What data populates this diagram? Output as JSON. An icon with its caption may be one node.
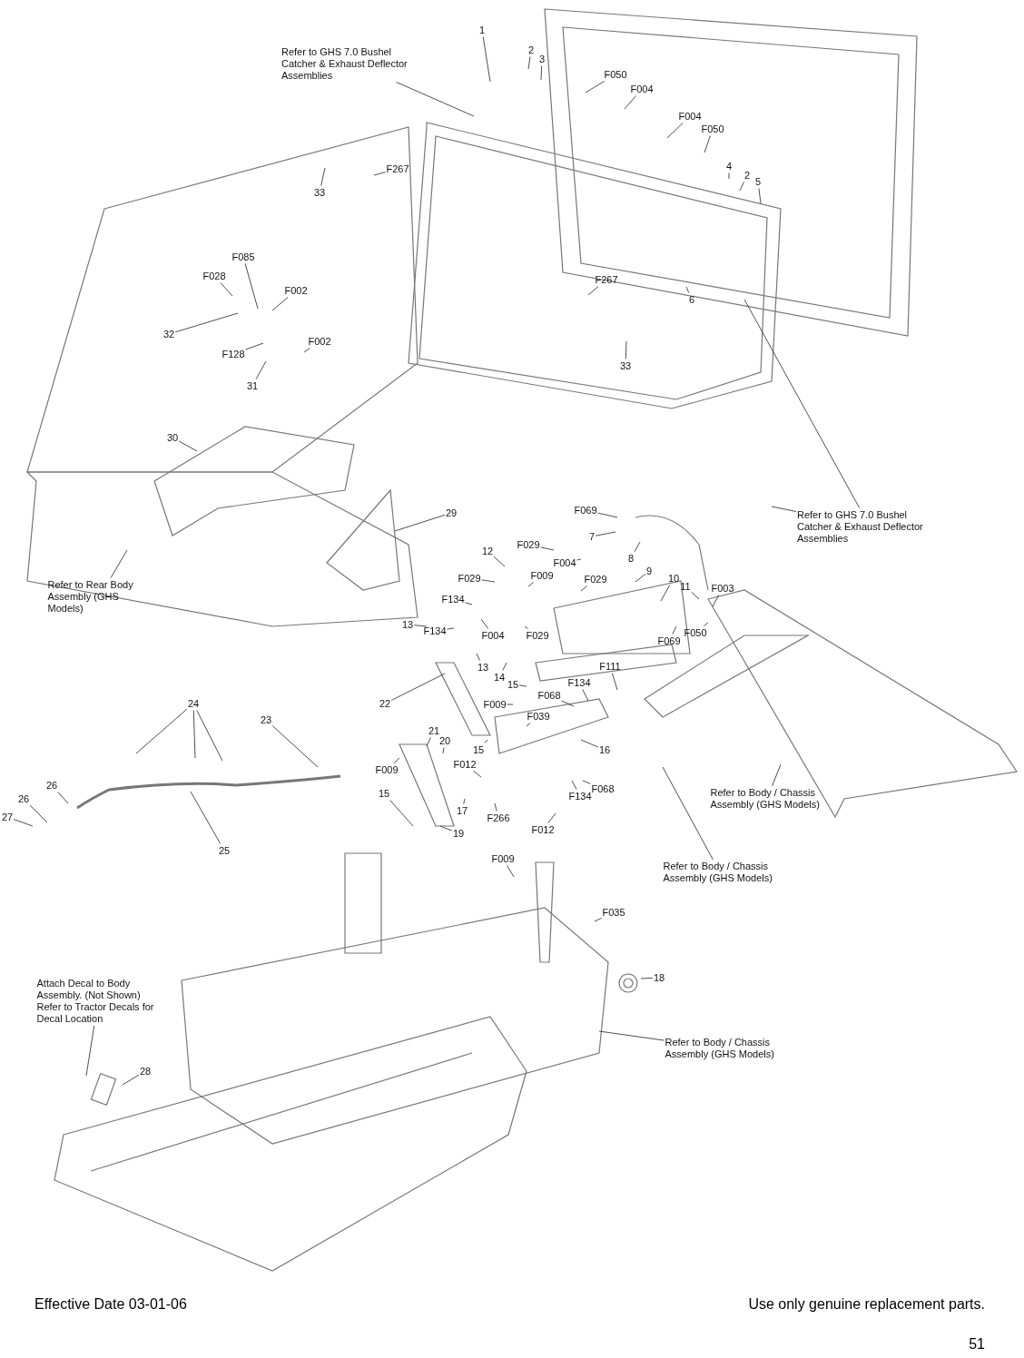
{
  "diagram": {
    "nodes": [
      {
        "text": [
          "Refer to GHS 7.0 Bushel Catcher & Exhaust Deflector Assemblies"
        ]
      },
      {
        "text": [
          "1"
        ]
      },
      {
        "text": [
          "2"
        ]
      },
      {
        "text": [
          "3"
        ]
      },
      {
        "text": [
          "F050"
        ]
      },
      {
        "text": [
          "F004"
        ]
      },
      {
        "text": [
          "F004"
        ]
      },
      {
        "text": [
          "F050"
        ]
      },
      {
        "text": [
          "4"
        ]
      },
      {
        "text": [
          "2"
        ]
      },
      {
        "text": [
          "5"
        ]
      },
      {
        "text": [
          "33"
        ]
      },
      {
        "text": [
          "F267"
        ]
      },
      {
        "text": [
          "F085"
        ]
      },
      {
        "text": [
          "F028"
        ]
      },
      {
        "text": [
          "F002"
        ]
      },
      {
        "text": [
          "32"
        ]
      },
      {
        "text": [
          "F128"
        ]
      },
      {
        "text": [
          "F002"
        ]
      },
      {
        "text": [
          "31"
        ]
      },
      {
        "text": [
          "F267"
        ]
      },
      {
        "text": [
          "6"
        ]
      },
      {
        "text": [
          "33"
        ]
      },
      {
        "text": [
          "30"
        ]
      },
      {
        "text": [
          "29"
        ]
      },
      {
        "text": [
          "Refer to GHS 7.0 Bushel Catcher & Exhaust Deflector Assemblies"
        ]
      },
      {
        "text": [
          "F069"
        ]
      },
      {
        "text": [
          "7"
        ]
      },
      {
        "text": [
          "8"
        ]
      },
      {
        "text": [
          "12"
        ]
      },
      {
        "text": [
          "F029"
        ]
      },
      {
        "text": [
          "F004"
        ]
      },
      {
        "text": [
          "F029"
        ]
      },
      {
        "text": [
          "F009"
        ]
      },
      {
        "text": [
          "F029"
        ]
      },
      {
        "text": [
          "9"
        ]
      },
      {
        "text": [
          "10"
        ]
      },
      {
        "text": [
          "11"
        ]
      },
      {
        "text": [
          "F003"
        ]
      },
      {
        "text": [
          "Refer to Rear Body Assembly (GHS Models)"
        ]
      },
      {
        "text": [
          "F134"
        ]
      },
      {
        "text": [
          "13"
        ]
      },
      {
        "text": [
          "F134"
        ]
      },
      {
        "text": [
          "F004"
        ]
      },
      {
        "text": [
          "F029"
        ]
      },
      {
        "text": [
          "F069"
        ]
      },
      {
        "text": [
          "F050"
        ]
      },
      {
        "text": [
          "13"
        ]
      },
      {
        "text": [
          "14"
        ]
      },
      {
        "text": [
          "15"
        ]
      },
      {
        "text": [
          "F111"
        ]
      },
      {
        "text": [
          "F134"
        ]
      },
      {
        "text": [
          "F068"
        ]
      },
      {
        "text": [
          "F009"
        ]
      },
      {
        "text": [
          "22"
        ]
      },
      {
        "text": [
          "F039"
        ]
      },
      {
        "text": [
          "24"
        ]
      },
      {
        "text": [
          "23"
        ]
      },
      {
        "text": [
          "21"
        ]
      },
      {
        "text": [
          "20"
        ]
      },
      {
        "text": [
          "16"
        ]
      },
      {
        "text": [
          "15"
        ]
      },
      {
        "text": [
          "F012"
        ]
      },
      {
        "text": [
          "F009"
        ]
      },
      {
        "text": [
          "F068"
        ]
      },
      {
        "text": [
          "F134"
        ]
      },
      {
        "text": [
          "26"
        ]
      },
      {
        "text": [
          "15"
        ]
      },
      {
        "text": [
          "17"
        ]
      },
      {
        "text": [
          "26"
        ]
      },
      {
        "text": [
          "27"
        ]
      },
      {
        "text": [
          "F266"
        ]
      },
      {
        "text": [
          "F012"
        ]
      },
      {
        "text": [
          "19"
        ]
      },
      {
        "text": [
          "25"
        ]
      },
      {
        "text": [
          "Refer to Body / Chassis Assembly (GHS Models)"
        ]
      },
      {
        "text": [
          "Refer to Body / Chassis Assembly (GHS Models)"
        ]
      },
      {
        "text": [
          "F009"
        ]
      },
      {
        "text": [
          "F035"
        ]
      },
      {
        "text": [
          "18"
        ]
      },
      {
        "text": [
          "Attach Decal to Body Assembly. (Not Shown) Refer to Tractor Decals for Decal Location"
        ]
      },
      {
        "text": [
          "28"
        ]
      },
      {
        "text": [
          "Refer to Body / Chassis Assembly (GHS Models)"
        ]
      }
    ],
    "edges": [
      {
        "from": 0,
        "to": null,
        "arrow": "none"
      },
      {
        "from": 1,
        "to": null,
        "arrow": "none"
      },
      {
        "from": 2,
        "to": null,
        "arrow": "none"
      },
      {
        "from": 3,
        "to": null,
        "arrow": "none"
      },
      {
        "from": 4,
        "to": null,
        "arrow": "none"
      },
      {
        "from": 5,
        "to": null,
        "arrow": "none"
      },
      {
        "from": 6,
        "to": null,
        "arrow": "none"
      },
      {
        "from": 7,
        "to": null,
        "arrow": "none"
      },
      {
        "from": 8,
        "to": null,
        "arrow": "none"
      },
      {
        "from": 9,
        "to": null,
        "arrow": "none"
      },
      {
        "from": 10,
        "to": null,
        "arrow": "none"
      },
      {
        "from": 11,
        "to": null,
        "arrow": "none"
      },
      {
        "from": 12,
        "to": null,
        "arrow": "none"
      },
      {
        "from": 13,
        "to": null,
        "arrow": "none"
      },
      {
        "from": 14,
        "to": null,
        "arrow": "none"
      },
      {
        "from": 15,
        "to": null,
        "arrow": "none"
      },
      {
        "from": 16,
        "to": null,
        "arrow": "none"
      },
      {
        "from": 17,
        "to": null,
        "arrow": "none"
      },
      {
        "from": 18,
        "to": null,
        "arrow": "none"
      },
      {
        "from": 19,
        "to": null,
        "arrow": "none"
      },
      {
        "from": 20,
        "to": null,
        "arrow": "none"
      },
      {
        "from": 21,
        "to": null,
        "arrow": "none"
      },
      {
        "from": 22,
        "to": null,
        "arrow": "none"
      },
      {
        "from": 23,
        "to": null,
        "arrow": "none"
      },
      {
        "from": 24,
        "to": null,
        "arrow": "none"
      },
      {
        "from": 25,
        "to": null,
        "arrow": "none"
      },
      {
        "from": 25,
        "to": null,
        "arrow": "none"
      },
      {
        "from": 26,
        "to": null,
        "arrow": "none"
      },
      {
        "from": 27,
        "to": null,
        "arrow": "none"
      },
      {
        "from": 28,
        "to": null,
        "arrow": "none"
      },
      {
        "from": 29,
        "to": null,
        "arrow": "none"
      },
      {
        "from": 30,
        "to": null,
        "arrow": "none"
      },
      {
        "from": 31,
        "to": null,
        "arrow": "none"
      },
      {
        "from": 32,
        "to": null,
        "arrow": "none"
      },
      {
        "from": 33,
        "to": null,
        "arrow": "none"
      },
      {
        "from": 34,
        "to": null,
        "arrow": "none"
      },
      {
        "from": 35,
        "to": null,
        "arrow": "none"
      },
      {
        "from": 36,
        "to": null,
        "arrow": "none"
      },
      {
        "from": 37,
        "to": null,
        "arrow": "none"
      },
      {
        "from": 38,
        "to": null,
        "arrow": "none"
      },
      {
        "from": 39,
        "to": null,
        "arrow": "none"
      },
      {
        "from": 40,
        "to": null,
        "arrow": "none"
      },
      {
        "from": 41,
        "to": null,
        "arrow": "none"
      },
      {
        "from": 42,
        "to": null,
        "arrow": "none"
      },
      {
        "from": 43,
        "to": null,
        "arrow": "none"
      },
      {
        "from": 44,
        "to": null,
        "arrow": "none"
      },
      {
        "from": 45,
        "to": null,
        "arrow": "none"
      },
      {
        "from": 46,
        "to": null,
        "arrow": "none"
      },
      {
        "from": 47,
        "to": null,
        "arrow": "none"
      },
      {
        "from": 48,
        "to": null,
        "arrow": "none"
      },
      {
        "from": 49,
        "to": null,
        "arrow": "none"
      },
      {
        "from": 50,
        "to": null,
        "arrow": "none"
      },
      {
        "from": 51,
        "to": null,
        "arrow": "none"
      },
      {
        "from": 52,
        "to": null,
        "arrow": "none"
      },
      {
        "from": 53,
        "to": null,
        "arrow": "none"
      },
      {
        "from": 54,
        "to": null,
        "arrow": "none"
      },
      {
        "from": 55,
        "to": null,
        "arrow": "none"
      },
      {
        "from": 56,
        "to": null,
        "arrow": "none"
      },
      {
        "from": 56,
        "to": null,
        "arrow": "none"
      },
      {
        "from": 56,
        "to": null,
        "arrow": "none"
      },
      {
        "from": 57,
        "to": null,
        "arrow": "none"
      },
      {
        "from": 58,
        "to": null,
        "arrow": "none"
      },
      {
        "from": 59,
        "to": null,
        "arrow": "none"
      },
      {
        "from": 60,
        "to": null,
        "arrow": "none"
      },
      {
        "from": 61,
        "to": null,
        "arrow": "none"
      },
      {
        "from": 62,
        "to": null,
        "arrow": "none"
      },
      {
        "from": 63,
        "to": null,
        "arrow": "none"
      },
      {
        "from": 64,
        "to": null,
        "arrow": "none"
      },
      {
        "from": 65,
        "to": null,
        "arrow": "none"
      },
      {
        "from": 66,
        "to": null,
        "arrow": "none"
      },
      {
        "from": 67,
        "to": null,
        "arrow": "none"
      },
      {
        "from": 68,
        "to": null,
        "arrow": "none"
      },
      {
        "from": 69,
        "to": null,
        "arrow": "none"
      },
      {
        "from": 70,
        "to": null,
        "arrow": "none"
      },
      {
        "from": 71,
        "to": null,
        "arrow": "none"
      },
      {
        "from": 72,
        "to": null,
        "arrow": "none"
      },
      {
        "from": 73,
        "to": null,
        "arrow": "none"
      },
      {
        "from": 74,
        "to": null,
        "arrow": "none"
      },
      {
        "from": 75,
        "to": null,
        "arrow": "none"
      },
      {
        "from": 76,
        "to": null,
        "arrow": "none"
      },
      {
        "from": 77,
        "to": null,
        "arrow": "none"
      },
      {
        "from": 78,
        "to": null,
        "arrow": "none"
      },
      {
        "from": 79,
        "to": null,
        "arrow": "none"
      },
      {
        "from": 80,
        "to": null,
        "arrow": "none"
      },
      {
        "from": 81,
        "to": null,
        "arrow": "none"
      },
      {
        "from": 82,
        "to": null,
        "arrow": "none"
      }
    ],
    "labels": [
      "Effective Date 03-01-06",
      "Use only genuine replacement parts.",
      "51"
    ]
  }
}
